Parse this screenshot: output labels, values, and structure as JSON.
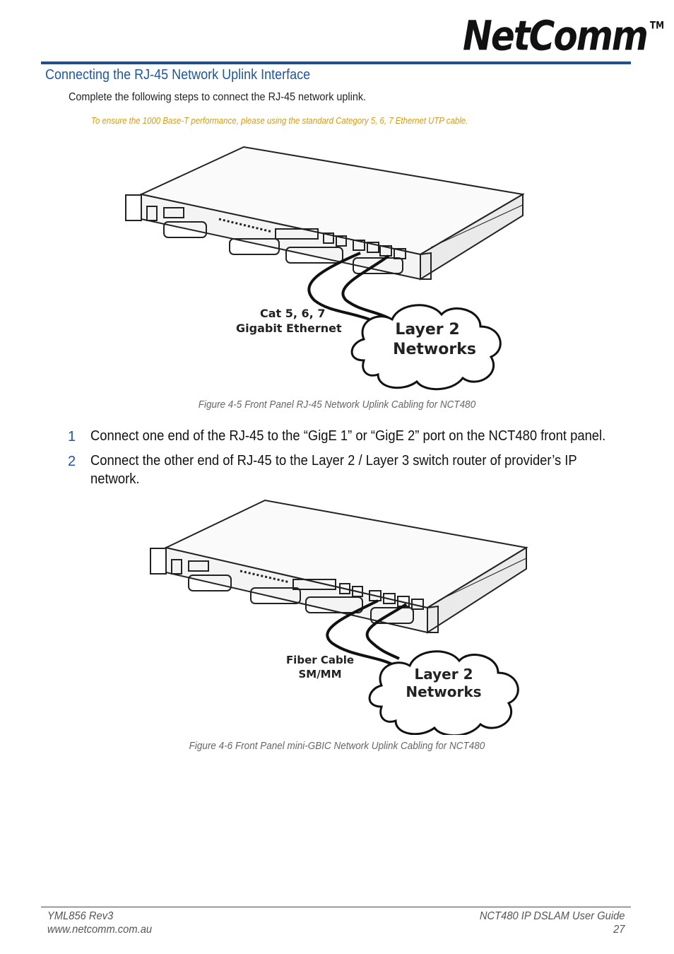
{
  "brand": {
    "logo_text": "NetComm",
    "trademark": "TM"
  },
  "section": {
    "heading": "Connecting the RJ-45 Network Uplink Interface",
    "intro": "Complete the following steps to connect the RJ-45 network uplink.",
    "note": "To ensure the 1000 Base-T performance, please using the standard Category 5, 6, 7 Ethernet UTP cable."
  },
  "figure1": {
    "cable_label_line1": "Cat 5, 6, 7",
    "cable_label_line2": "Gigabit Ethernet",
    "cloud_line1": "Layer 2",
    "cloud_line2": "Networks",
    "caption": "Figure 4-5 Front Panel RJ-45 Network Uplink Cabling for NCT480"
  },
  "steps": [
    {
      "num": "1",
      "text": "Connect one end of the RJ-45 to the “GigE 1” or “GigE 2” port on the NCT480 front panel."
    },
    {
      "num": "2",
      "text": "Connect the other end of RJ-45 to the Layer 2 / Layer 3 switch router of provider’s IP network."
    }
  ],
  "figure2": {
    "cable_label_line1": "Fiber Cable",
    "cable_label_line2": "SM/MM",
    "cloud_line1": "Layer 2",
    "cloud_line2": "Networks",
    "caption": "Figure 4-6 Front Panel mini-GBIC Network Uplink Cabling for NCT480"
  },
  "footer": {
    "doc_code": "YML856 Rev3",
    "website": "www.netcomm.com.au",
    "guide_title": "NCT480 IP DSLAM User Guide",
    "page_number": "27"
  }
}
